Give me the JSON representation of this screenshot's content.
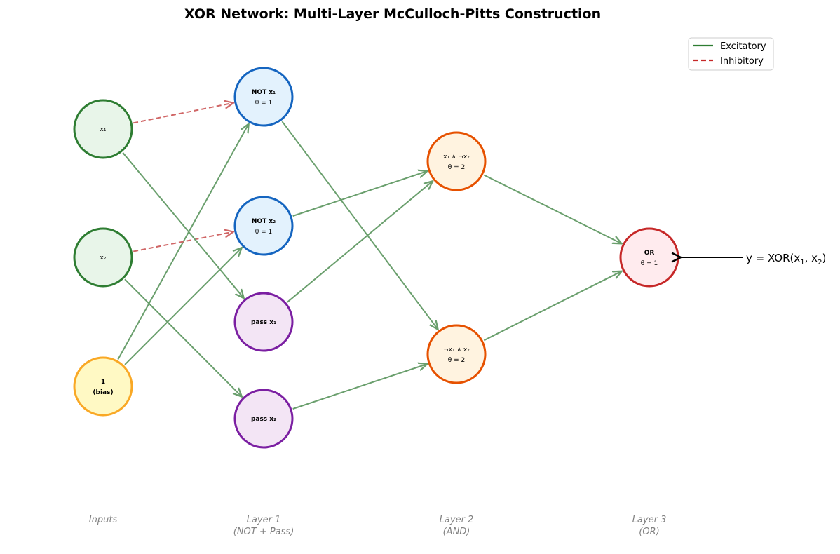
{
  "title": "XOR Network: Multi-Layer McCulloch-Pitts Construction",
  "legend": {
    "excitatory": "Excitatory",
    "inhibitory": "Inhibitory"
  },
  "colors": {
    "excitatory": "#2e7d32",
    "inhibitory": "#c62828"
  },
  "layers": [
    {
      "line1": "Inputs",
      "line2": ""
    },
    {
      "line1": "Layer 1",
      "line2": "(NOT + Pass)"
    },
    {
      "line1": "Layer 2",
      "line2": "(AND)"
    },
    {
      "line1": "Layer 3",
      "line2": "(OR)"
    }
  ],
  "nodes": {
    "x1": {
      "line1": "x₁",
      "line2": "",
      "fill": "#e8f5e9",
      "stroke": "#2e7d32"
    },
    "x2": {
      "line1": "x₂",
      "line2": "",
      "fill": "#e8f5e9",
      "stroke": "#2e7d32"
    },
    "bias": {
      "line1": "1",
      "line2": "(bias)",
      "fill": "#fff9c4",
      "stroke": "#f9a825"
    },
    "not1": {
      "line1": "NOT x₁",
      "line2": "θ = 1",
      "fill": "#e3f2fd",
      "stroke": "#1565c0"
    },
    "not2": {
      "line1": "NOT x₂",
      "line2": "θ = 1",
      "fill": "#e3f2fd",
      "stroke": "#1565c0"
    },
    "pass1": {
      "line1": "pass x₁",
      "line2": "",
      "fill": "#f3e5f5",
      "stroke": "#7b1fa2"
    },
    "pass2": {
      "line1": "pass x₂",
      "line2": "",
      "fill": "#f3e5f5",
      "stroke": "#7b1fa2"
    },
    "and1": {
      "line1": "x₁ ∧ ¬x₂",
      "line2": "θ = 2",
      "fill": "#fff3e0",
      "stroke": "#e65100"
    },
    "and2": {
      "line1": "¬x₁ ∧ x₂",
      "line2": "θ = 2",
      "fill": "#fff3e0",
      "stroke": "#e65100"
    },
    "or": {
      "line1": "OR",
      "line2": "θ = 1",
      "fill": "#ffebee",
      "stroke": "#c62828"
    }
  },
  "edges": [
    {
      "from": "x1",
      "to": "not1",
      "type": "inhibitory"
    },
    {
      "from": "bias",
      "to": "not1",
      "type": "excitatory"
    },
    {
      "from": "x2",
      "to": "not2",
      "type": "inhibitory"
    },
    {
      "from": "bias",
      "to": "not2",
      "type": "excitatory"
    },
    {
      "from": "x1",
      "to": "pass1",
      "type": "excitatory"
    },
    {
      "from": "x2",
      "to": "pass2",
      "type": "excitatory"
    },
    {
      "from": "pass1",
      "to": "and1",
      "type": "excitatory"
    },
    {
      "from": "not2",
      "to": "and1",
      "type": "excitatory"
    },
    {
      "from": "not1",
      "to": "and2",
      "type": "excitatory"
    },
    {
      "from": "pass2",
      "to": "and2",
      "type": "excitatory"
    },
    {
      "from": "and1",
      "to": "or",
      "type": "excitatory"
    },
    {
      "from": "and2",
      "to": "or",
      "type": "excitatory"
    }
  ],
  "output": {
    "prefix": "y = XOR(x",
    "sub1": "1",
    "mid": ", x",
    "sub2": "2",
    "suffix": ")"
  }
}
